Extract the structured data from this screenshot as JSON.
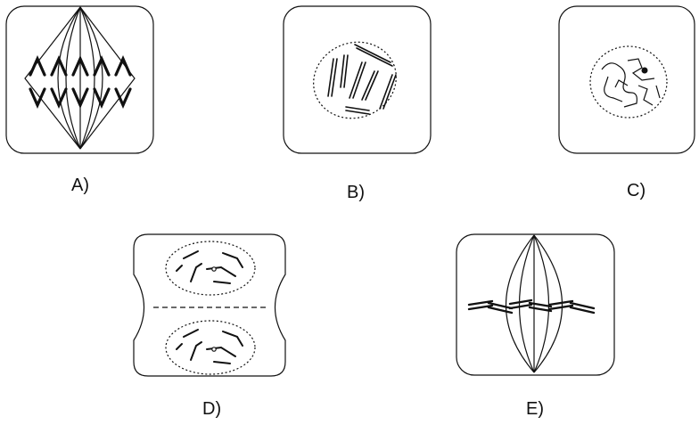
{
  "panels": [
    {
      "id": "A",
      "label": "A)"
    },
    {
      "id": "B",
      "label": "B)"
    },
    {
      "id": "C",
      "label": "C)"
    },
    {
      "id": "D",
      "label": "D)"
    },
    {
      "id": "E",
      "label": "E)"
    }
  ],
  "colors": {
    "stroke": "#111111",
    "background": "#ffffff"
  }
}
